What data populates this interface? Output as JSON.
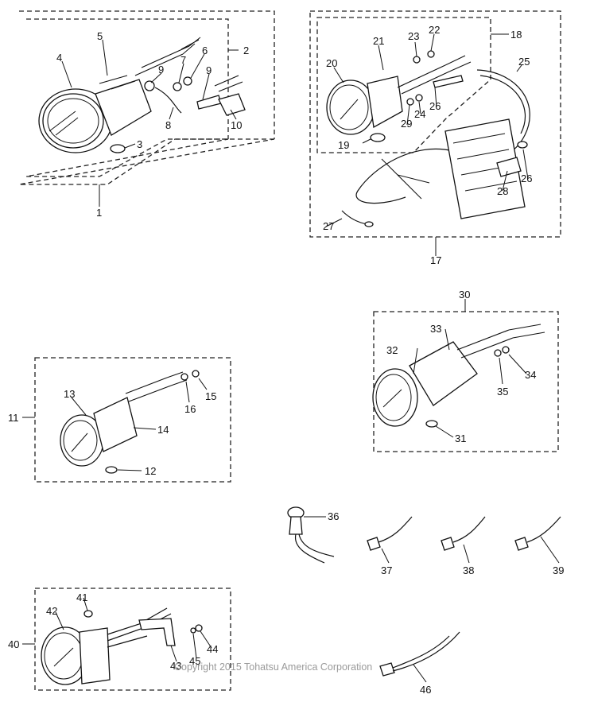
{
  "diagram": {
    "copyright": "Copyright 2015 Tohatsu America Corporation",
    "callouts": [
      "1",
      "2",
      "3",
      "4",
      "5",
      "6",
      "7",
      "8",
      "9",
      "9",
      "10",
      "11",
      "12",
      "13",
      "14",
      "15",
      "16",
      "17",
      "18",
      "19",
      "20",
      "21",
      "22",
      "23",
      "24",
      "25",
      "26",
      "26",
      "27",
      "28",
      "29",
      "30",
      "31",
      "32",
      "33",
      "34",
      "35",
      "36",
      "37",
      "38",
      "39",
      "40",
      "41",
      "42",
      "43",
      "44",
      "45",
      "46"
    ]
  }
}
